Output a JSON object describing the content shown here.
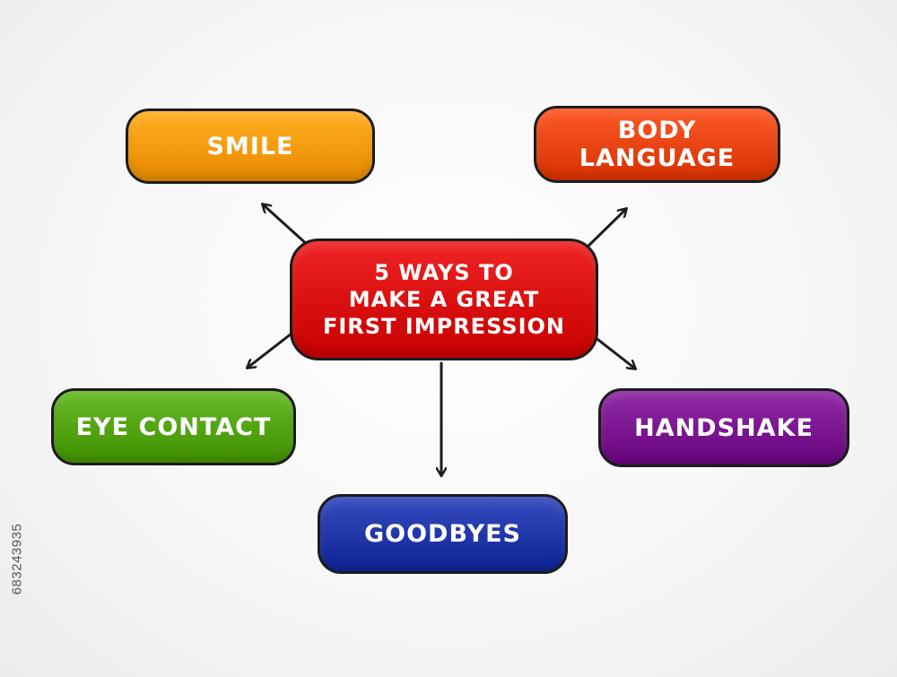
{
  "center": {
    "lines": [
      "5 WAYS TO",
      "MAKE A GREAT",
      "FIRST IMPRESSION"
    ],
    "color": "#d90f0f"
  },
  "items": [
    {
      "label": "SMILE",
      "color": "#f59a0e"
    },
    {
      "label": "BODY LANGUAGE",
      "color": "#e84312"
    },
    {
      "label": "EYE CONTACT",
      "color": "#52a312"
    },
    {
      "label": "HANDSHAKE",
      "color": "#7a1590"
    },
    {
      "label": "GOODBYES",
      "color": "#1f35a8"
    }
  ],
  "stock_id": "683243935"
}
